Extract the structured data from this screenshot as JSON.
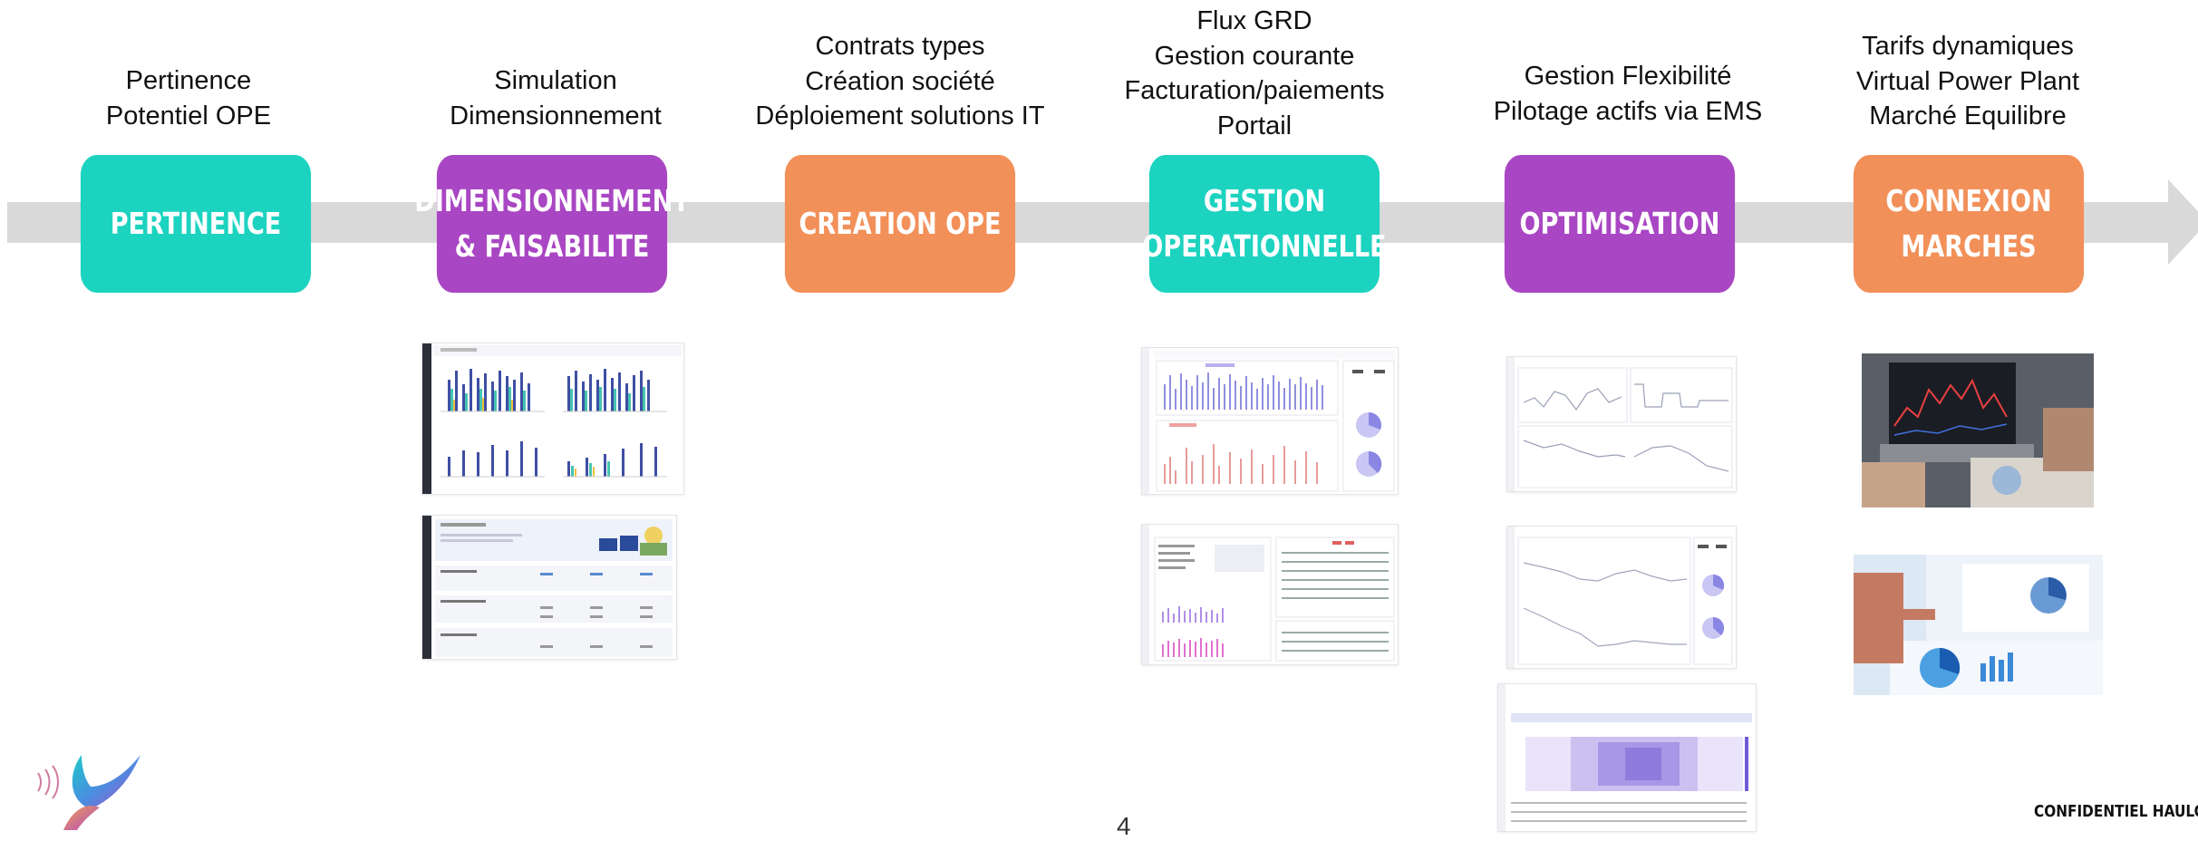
{
  "captions": {
    "pertinence": [
      "Pertinence",
      "Potentiel OPE"
    ],
    "dimensionnement": [
      "Simulation",
      "Dimensionnement"
    ],
    "creation": [
      "Contrats types",
      "Création société",
      "Déploiement solutions IT"
    ],
    "gestion": [
      "Flux GRD",
      "Gestion courante",
      "Facturation/paiements",
      "Portail"
    ],
    "optimisation": [
      "Gestion Flexibilité",
      "Pilotage actifs via EMS"
    ],
    "connexion": [
      "Tarifs dynamiques",
      "Virtual Power Plant",
      "Marché Equilibre"
    ]
  },
  "steps": {
    "pertinence": [
      "PERTINENCE"
    ],
    "dimensionnement": [
      "DIMENSIONNEMENT",
      "& FAISABILITE"
    ],
    "creation": [
      "CREATION OPE"
    ],
    "gestion": [
      "GESTION",
      "OPERATIONNELLE"
    ],
    "optimisation": [
      "OPTIMISATION"
    ],
    "connexion": [
      "CONNEXION",
      "MARCHES"
    ]
  },
  "colors": {
    "teal": "#1cd3c0",
    "purple": "#a946c3",
    "orange": "#f29059",
    "arrow": "#d9d9d9"
  },
  "footer": {
    "confidential": "CONFIDENTIEL HAULO",
    "page_number": "4"
  },
  "icons": [
    "logo-bird-icon",
    "arrow-right-icon"
  ]
}
